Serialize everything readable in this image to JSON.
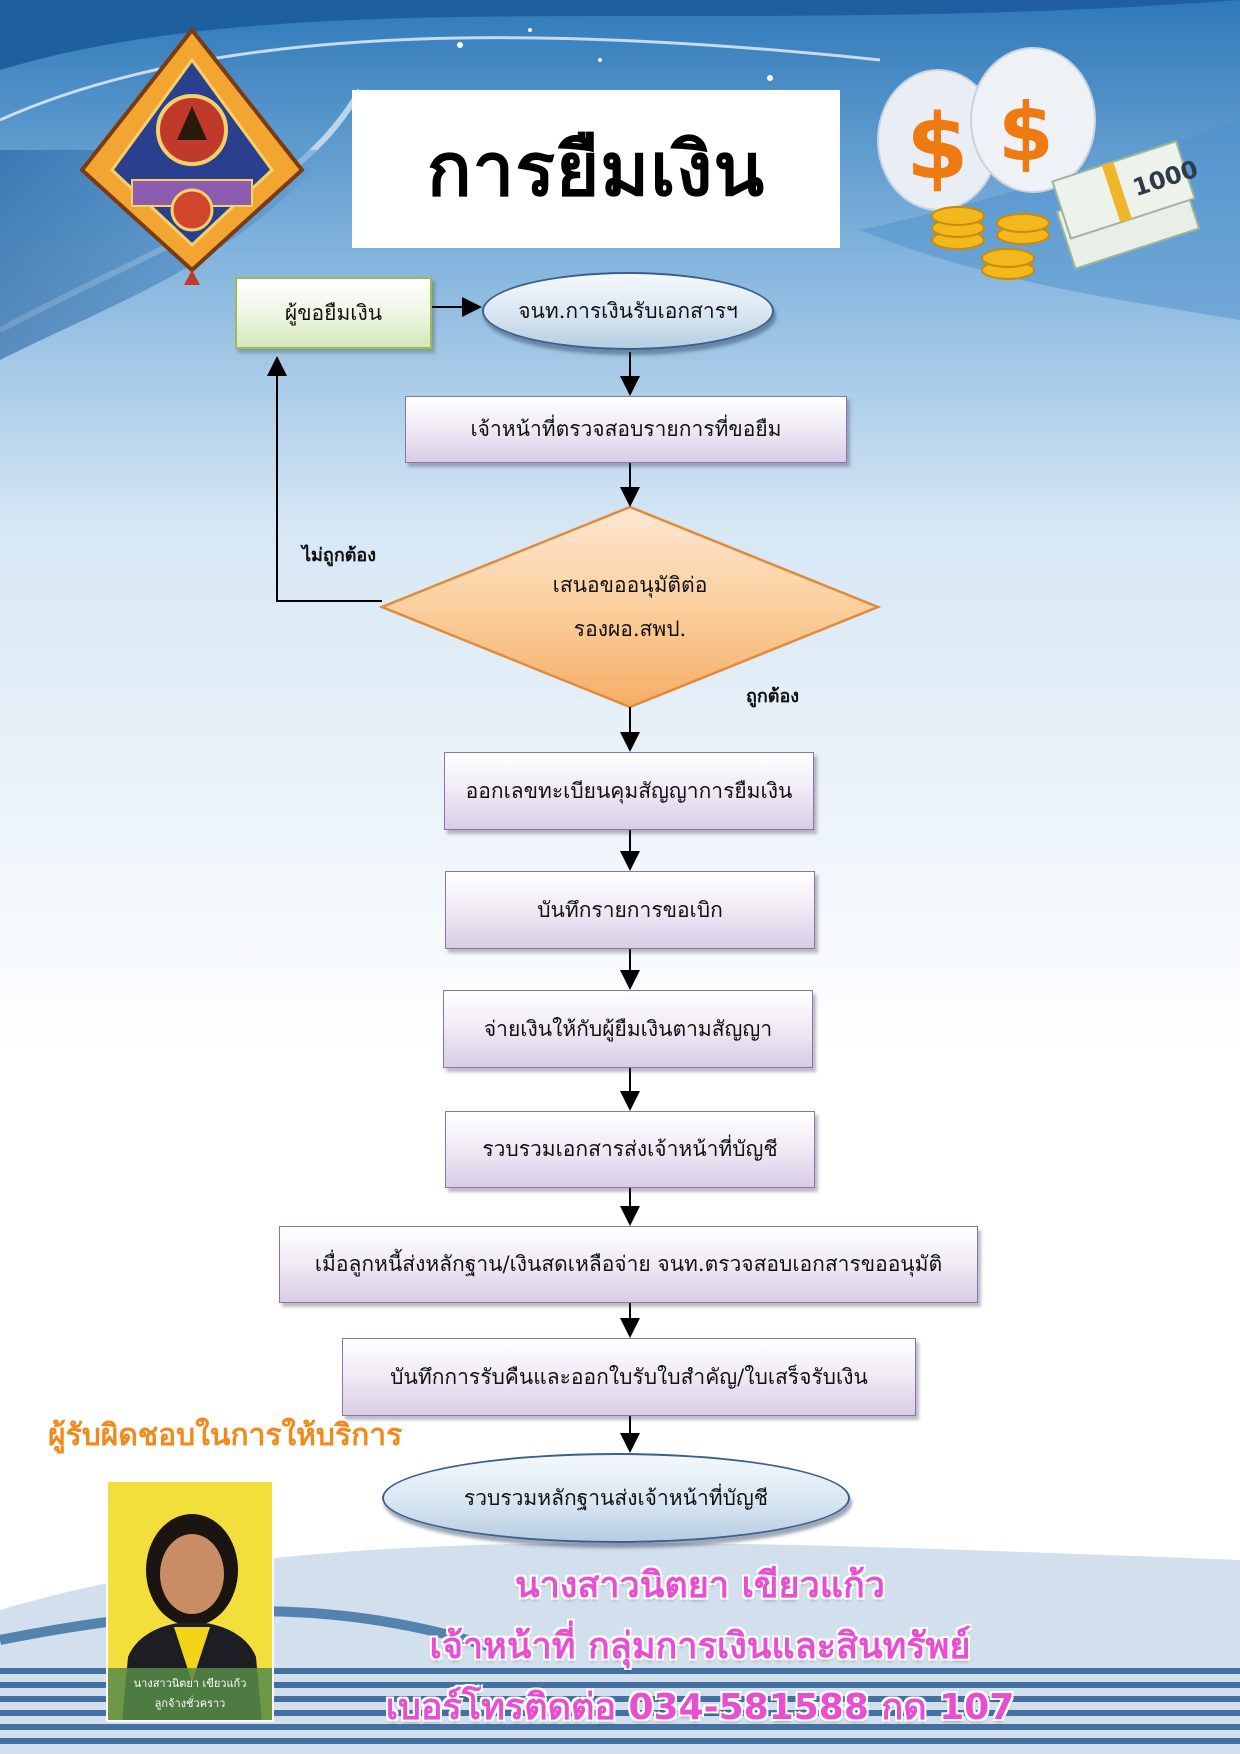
{
  "page": {
    "title": "การยืมเงิน"
  },
  "flow": {
    "requester": "ผู้ขอยืมเงิน",
    "receive_docs": "จนท.การเงินรับเอกสารฯ",
    "check_items": "เจ้าหน้าที่ตรวจสอบรายการที่ขอยืม",
    "approval_line1": "เสนอขออนุมัติต่อ",
    "approval_line2": "รองผอ.สพป.",
    "label_incorrect": "ไม่ถูกต้อง",
    "label_correct": "ถูกต้อง",
    "register_contract": "ออกเลขทะเบียนคุมสัญญาการยืมเงิน",
    "record_withdrawal": "บันทึกรายการขอเบิก",
    "pay_borrower": "จ่ายเงินให้กับผู้ยืมเงินตามสัญญา",
    "collect_docs": "รวบรวมเอกสารส่งเจ้าหน้าที่บัญชี",
    "debtor_submit": "เมื่อลูกหนี้ส่งหลักฐาน/เงินสดเหลือจ่าย จนท.ตรวจสอบเอกสารขออนุมัติ",
    "record_return": "บันทึกการรับคืนและออกใบรับใบสำคัญ/ใบเสร็จรับเงิน",
    "collect_evidence": "รวบรวมหลักฐานส่งเจ้าหน้าที่บัญชี"
  },
  "responsible": {
    "heading": "ผู้รับผิดชอบในการให้บริการ",
    "photo_caption_name": "นางสาวนิตยา  เขียวแก้ว",
    "photo_caption_role": "ลูกจ้างชั่วคราว",
    "name": "นางสาวนิตยา   เขียวแก้ว",
    "position": "เจ้าหน้าที่ กลุ่มการเงินและสินทรัพย์",
    "phone": "เบอร์โทรติดต่อ 034-581588 กด 107"
  }
}
